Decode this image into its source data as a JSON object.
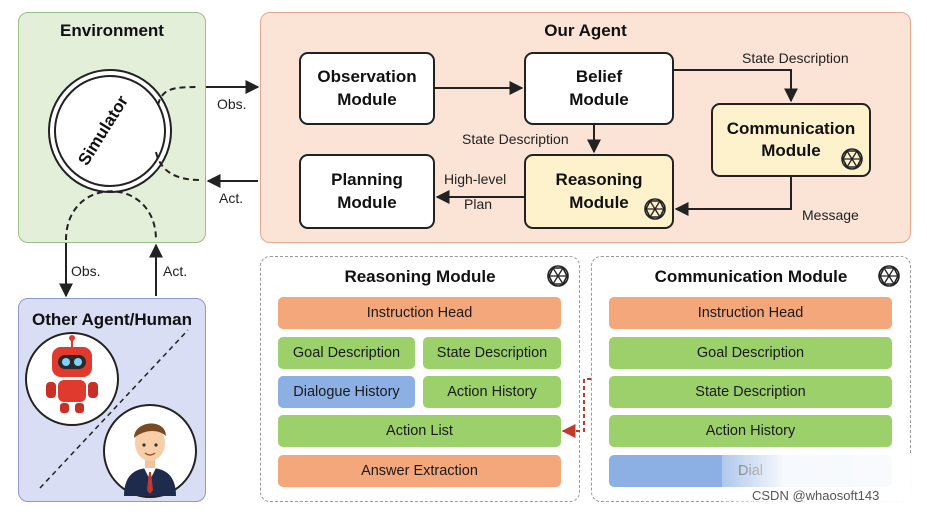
{
  "environment": {
    "title": "Environment",
    "simulator": "Simulator"
  },
  "agent": {
    "title": "Our Agent",
    "observation_module": "Observation\nModule",
    "belief_module": "Belief\nModule",
    "communication_module": "Communication\nModule",
    "reasoning_module": "Reasoning\nModule",
    "planning_module": "Planning\nModule"
  },
  "edge_labels": {
    "obs_top": "Obs.",
    "act_top": "Act.",
    "state_description_1": "State Description",
    "state_description_2": "State Description",
    "high_level": "High-level",
    "plan": "Plan",
    "message": "Message",
    "obs_bottom": "Obs.",
    "act_bottom": "Act."
  },
  "other_agent": {
    "title": "Other Agent/Human"
  },
  "reasoning_panel": {
    "title": "Reasoning Module",
    "instruction_head": "Instruction Head",
    "goal_description": "Goal Description",
    "state_description": "State Description",
    "dialogue_history": "Dialogue History",
    "action_history": "Action History",
    "action_list": "Action List",
    "answer_extraction": "Answer Extraction"
  },
  "communication_panel": {
    "title": "Communication Module",
    "instruction_head": "Instruction Head",
    "goal_description": "Goal Description",
    "state_description": "State Description",
    "action_history": "Action History",
    "dialogue_history_partial": "Dial"
  },
  "watermark": "CSDN @whaosoft143",
  "colors": {
    "orange": "#f4a77a",
    "green": "#9bd06a",
    "blue": "#8cb0e4",
    "yellow": "#fdf2cc",
    "env_bg": "#e3efd9",
    "agent_bg": "#fbe3d6",
    "other_bg": "#d9def4",
    "arrow_red": "#c0392b"
  },
  "icons": [
    "openai-logo-icon",
    "robot-icon",
    "person-icon"
  ]
}
